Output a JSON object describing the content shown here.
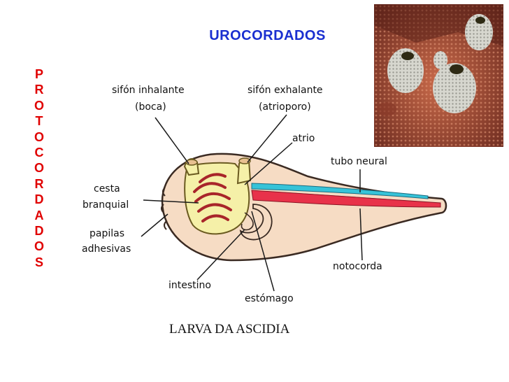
{
  "title": "UROCORDADOS",
  "vertical_word": [
    "P",
    "R",
    "O",
    "T",
    "O",
    "C",
    "O",
    "R",
    "D",
    "A",
    "D",
    "O",
    "S"
  ],
  "caption": "LARVA DA ASCIDIA",
  "labels": {
    "sifon_inhalante": "sifón inhalante",
    "boca": "(boca)",
    "sifon_exhalante": "sifón exhalante",
    "atrioporo": "(atrioporo)",
    "atrio": "atrio",
    "tubo_neural": "tubo neural",
    "cesta": "cesta",
    "branquial": "branquial",
    "papilas": "papilas",
    "adhesivas": "adhesivas",
    "intestino": "intestino",
    "notocorda": "notocorda",
    "estomago": "estómago"
  },
  "colors": {
    "title": "#1a2fd0",
    "vertical_word": "#e00000",
    "body_fill": "#f6dcc4",
    "pharynx_fill": "#f5f0a8",
    "gill_slits": "#a8252a",
    "notochord": "#e8324a",
    "neural_tube": "#36c3d8"
  }
}
